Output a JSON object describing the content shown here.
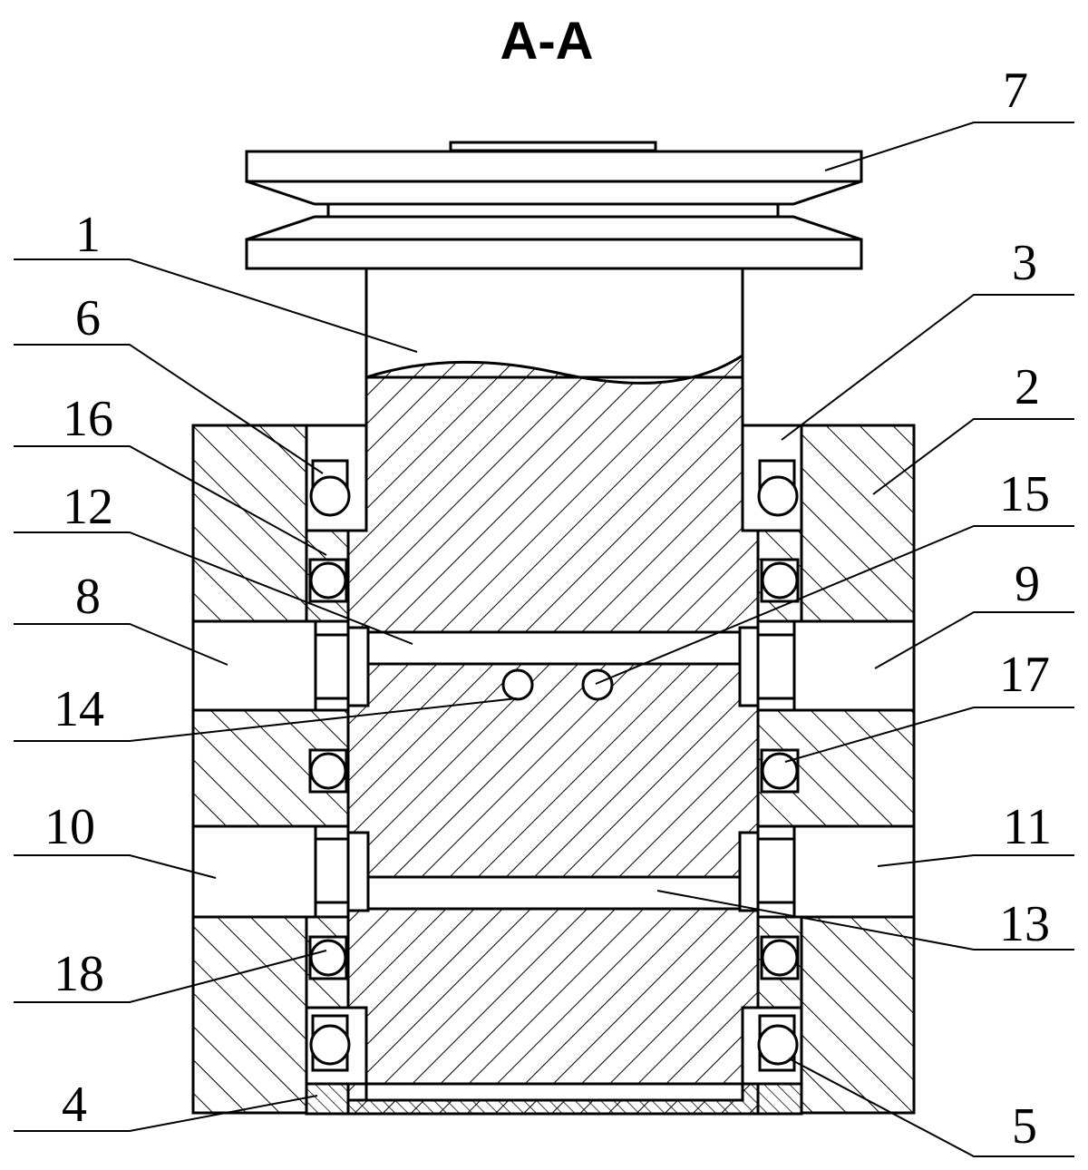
{
  "title": "A-A",
  "labels": {
    "l1": "1",
    "l2": "2",
    "l3": "3",
    "l4": "4",
    "l5": "5",
    "l6": "6",
    "l7": "7",
    "l8": "8",
    "l9": "9",
    "l10": "10",
    "l11": "11",
    "l12": "12",
    "l13": "13",
    "l14": "14",
    "l15": "15",
    "l16": "16",
    "l17": "17",
    "l18": "18"
  },
  "colors": {
    "line": "#000000",
    "background": "#ffffff"
  }
}
